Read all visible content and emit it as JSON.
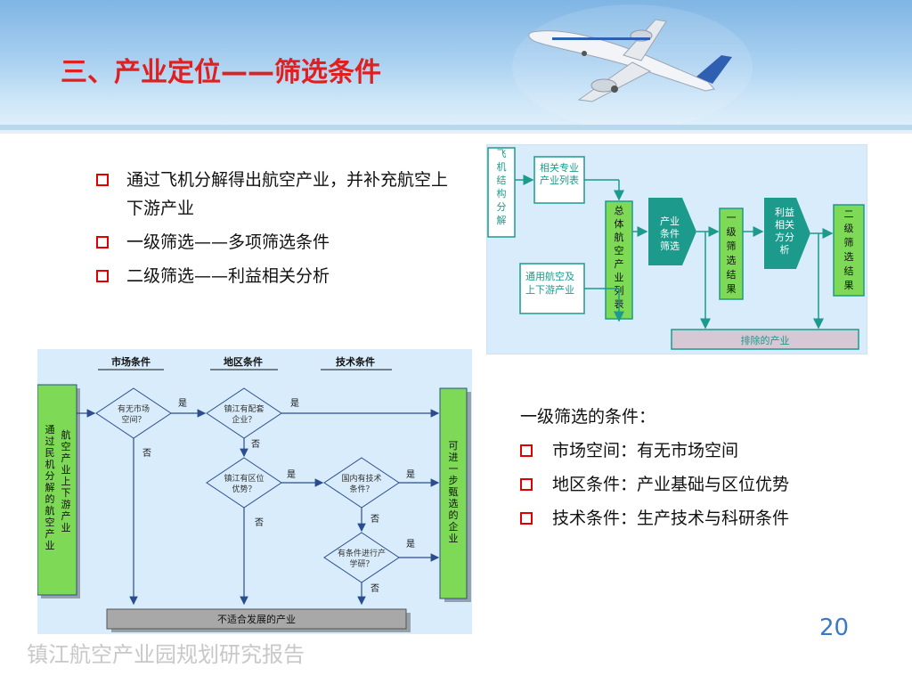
{
  "header": {
    "title": "三、产业定位——筛选条件"
  },
  "left_bullets": [
    "通过飞机分解得出航空产业，并补充航空上下游产业",
    "一级筛选——多项筛选条件",
    "二级筛选——利益相关分析"
  ],
  "right_diagram": {
    "aircraft_breakdown": "飞机结构分解",
    "related_list": "相关专业产业列表",
    "general_aviation": "通用航空及上下游产业",
    "total_list": "总体航空产业列表",
    "condition_filter": "产业条件筛选",
    "level1_result": "一级筛选结果",
    "stakeholder": "利益相关方分析",
    "level2_result": "二级筛选结果",
    "excluded": "排除的产业"
  },
  "flowchart": {
    "headers": [
      "市场条件",
      "地区条件",
      "技术条件"
    ],
    "start_box": "通过民机分解的航空产业  航空产业上下游产业",
    "end_box": "可进一步甄选的企业",
    "d_market": "有无市场空间？",
    "d_supporting": "镇江有配套企业？",
    "d_location": "镇江有区位优势？",
    "d_domestic_tech": "国内有技术条件？",
    "d_research": "有条件进行产学研？",
    "yes": "是",
    "no": "否",
    "unsuitable": "不适合发展的产业"
  },
  "conditions": {
    "heading": "一级筛选的条件：",
    "items": [
      "市场空间：有无市场空间",
      "地区条件：产业基础与区位优势",
      "技术条件：生产技术与科研条件"
    ]
  },
  "page_number": "20",
  "footer": "镇江航空产业园规划研究报告",
  "colors": {
    "title": "#e02020",
    "bullet_box": "#e00000",
    "teal": "#1c9a8c",
    "green_box": "#7ed957",
    "gray_box": "#d6c8d4",
    "diagram_bg": "#d8ecfb"
  }
}
